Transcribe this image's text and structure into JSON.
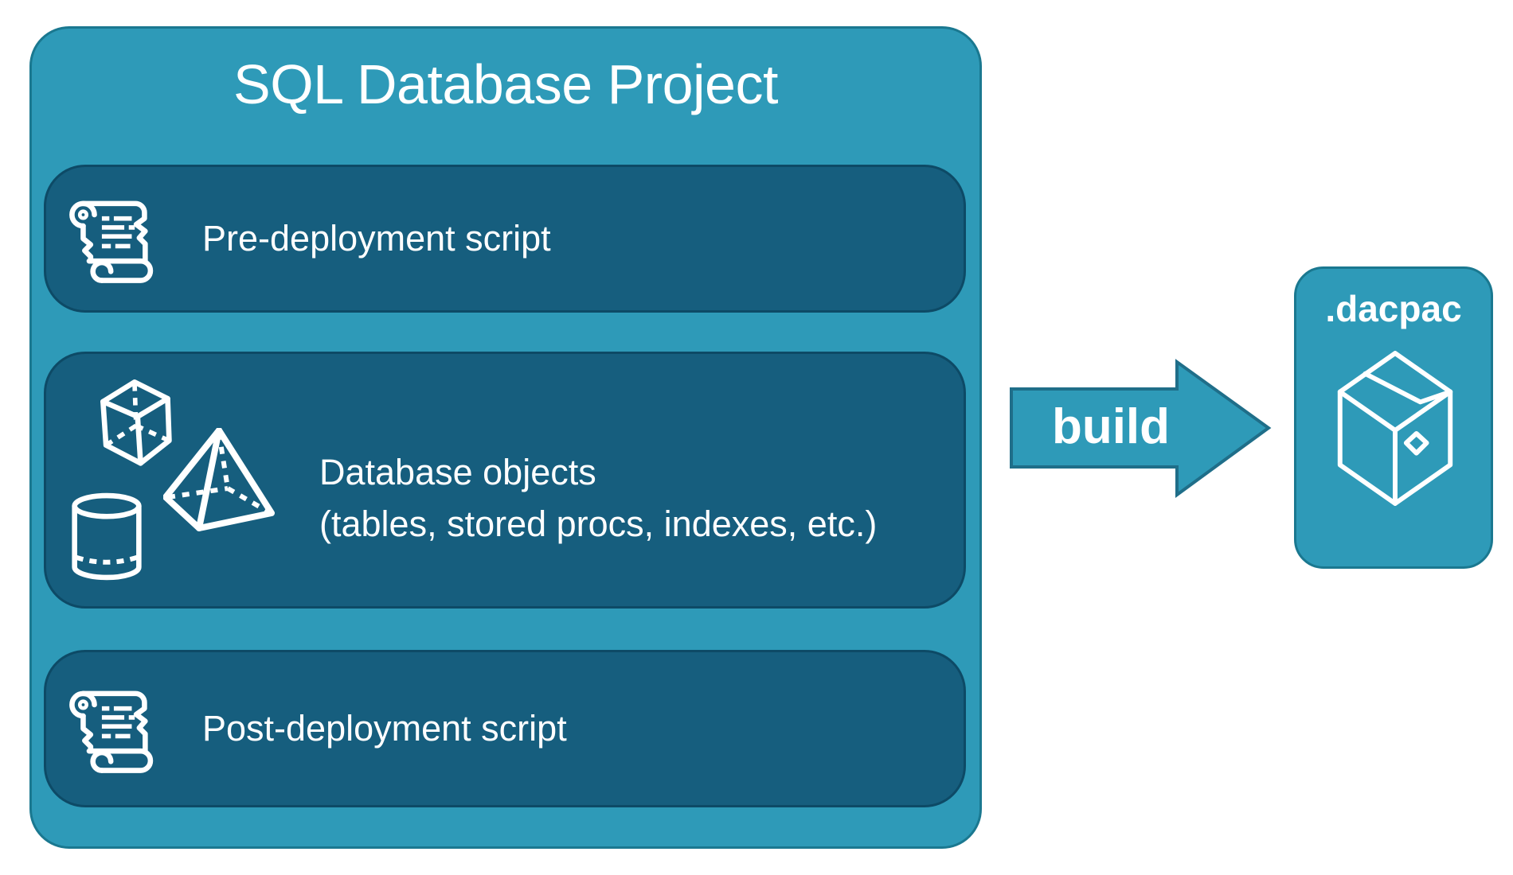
{
  "project": {
    "title": "SQL Database Project",
    "cards": [
      {
        "id": "pre-deployment",
        "label": "Pre-deployment script",
        "icon": "scroll-icon"
      },
      {
        "id": "database-objects",
        "label_line1": "Database objects",
        "label_line2": "(tables, stored procs, indexes, etc.)",
        "icons": [
          "cube-icon",
          "pyramid-icon",
          "cylinder-icon"
        ]
      },
      {
        "id": "post-deployment",
        "label": "Post-deployment script",
        "icon": "scroll-icon"
      }
    ]
  },
  "arrow": {
    "label": "build",
    "direction": "right"
  },
  "output": {
    "label": ".dacpac",
    "icon": "package-icon"
  },
  "colors": {
    "teal": "#2E9AB8",
    "teal_border": "#1A7890",
    "card_fill": "#165E7E",
    "card_border": "#0D4A66",
    "text": "#FFFFFF",
    "background": "#FFFFFF"
  }
}
